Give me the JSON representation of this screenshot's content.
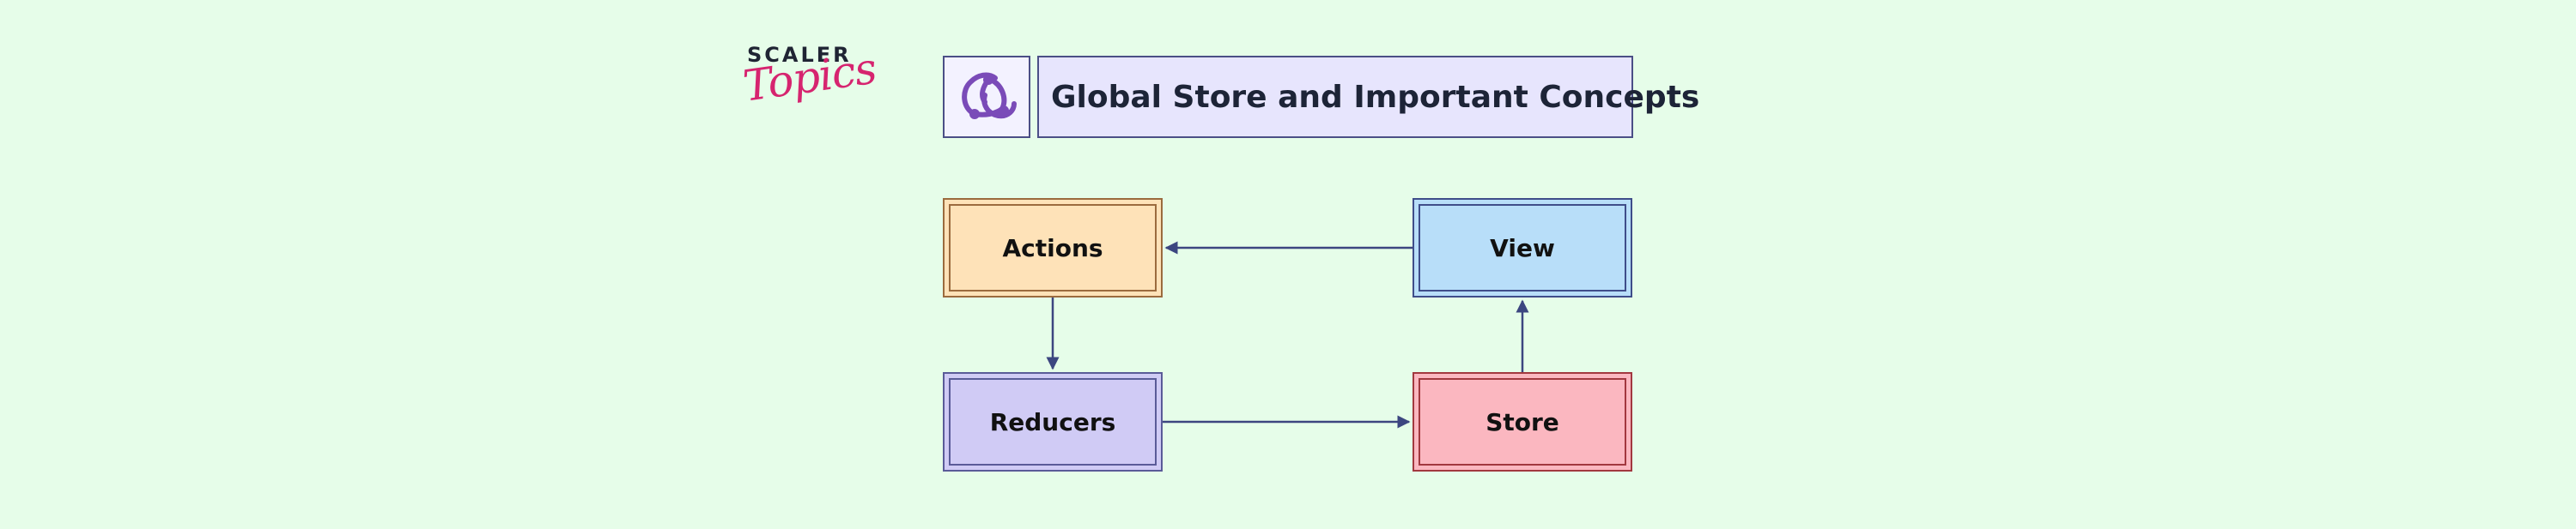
{
  "logo": {
    "line1": "SCALER",
    "line2": "Topics"
  },
  "header": {
    "title": "Global Store and Important Concepts",
    "icon": "redux-icon"
  },
  "diagram": {
    "nodes": {
      "actions": "Actions",
      "view": "View",
      "reducers": "Reducers",
      "store": "Store"
    },
    "edges": [
      {
        "from": "view",
        "to": "actions"
      },
      {
        "from": "actions",
        "to": "reducers"
      },
      {
        "from": "reducers",
        "to": "store"
      },
      {
        "from": "store",
        "to": "view"
      }
    ]
  },
  "colors": {
    "background": "#e6fde9",
    "actions_fill": "#fee2b8",
    "view_fill": "#b8def9",
    "reducers_fill": "#d0cbf5",
    "store_fill": "#fbb7c0",
    "arrow": "#3c4680",
    "icon": "#7a4bb8",
    "logo_accent": "#d6246f"
  }
}
